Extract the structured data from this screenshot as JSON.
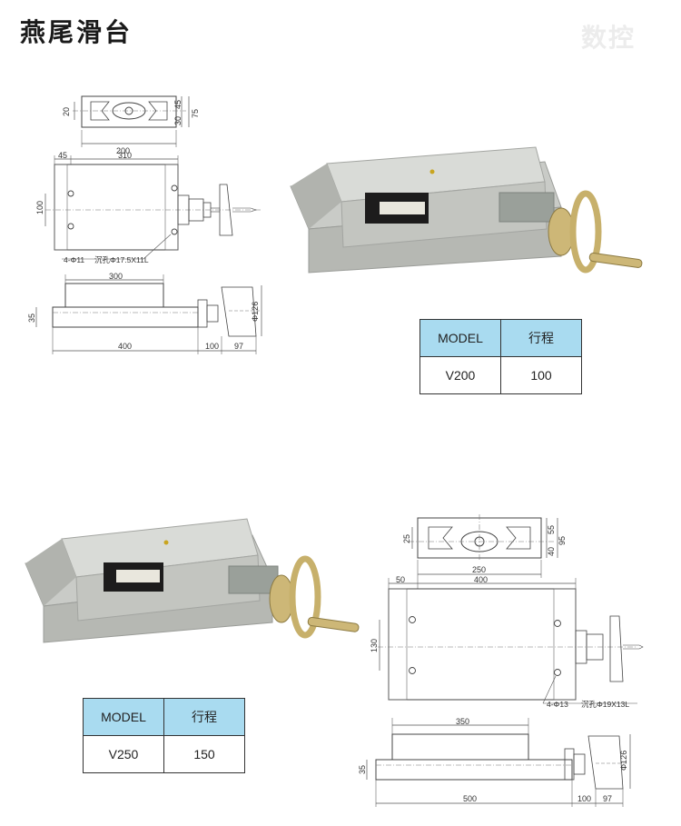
{
  "title": "燕尾滑台",
  "watermark": "数控",
  "products": [
    {
      "model_header": "MODEL",
      "stroke_header": "行程",
      "model": "V200",
      "stroke": "100",
      "top_dims": {
        "d20": "20",
        "d30": "30",
        "d45": "45",
        "d75": "75",
        "d200": "200"
      },
      "plan_dims": {
        "d45": "45",
        "d310": "310",
        "d100": "100",
        "hole_note": "4-Φ11",
        "cbore_note": "沉孔Φ17.5X11L"
      },
      "side_dims": {
        "d300": "300",
        "d35": "35",
        "d400": "400",
        "d100": "100",
        "d97": "97",
        "dia": "Φ126"
      }
    },
    {
      "model_header": "MODEL",
      "stroke_header": "行程",
      "model": "V250",
      "stroke": "150",
      "top_dims": {
        "d25": "25",
        "d40": "40",
        "d55": "55",
        "d95": "95",
        "d250": "250"
      },
      "plan_dims": {
        "d50": "50",
        "d400": "400",
        "d130": "130",
        "hole_note": "4-Φ13",
        "cbore_note": "沉孔Φ19X13L"
      },
      "side_dims": {
        "d350": "350",
        "d35": "35",
        "d500": "500",
        "d100": "100",
        "d97": "97",
        "dia": "Φ126"
      }
    }
  ]
}
